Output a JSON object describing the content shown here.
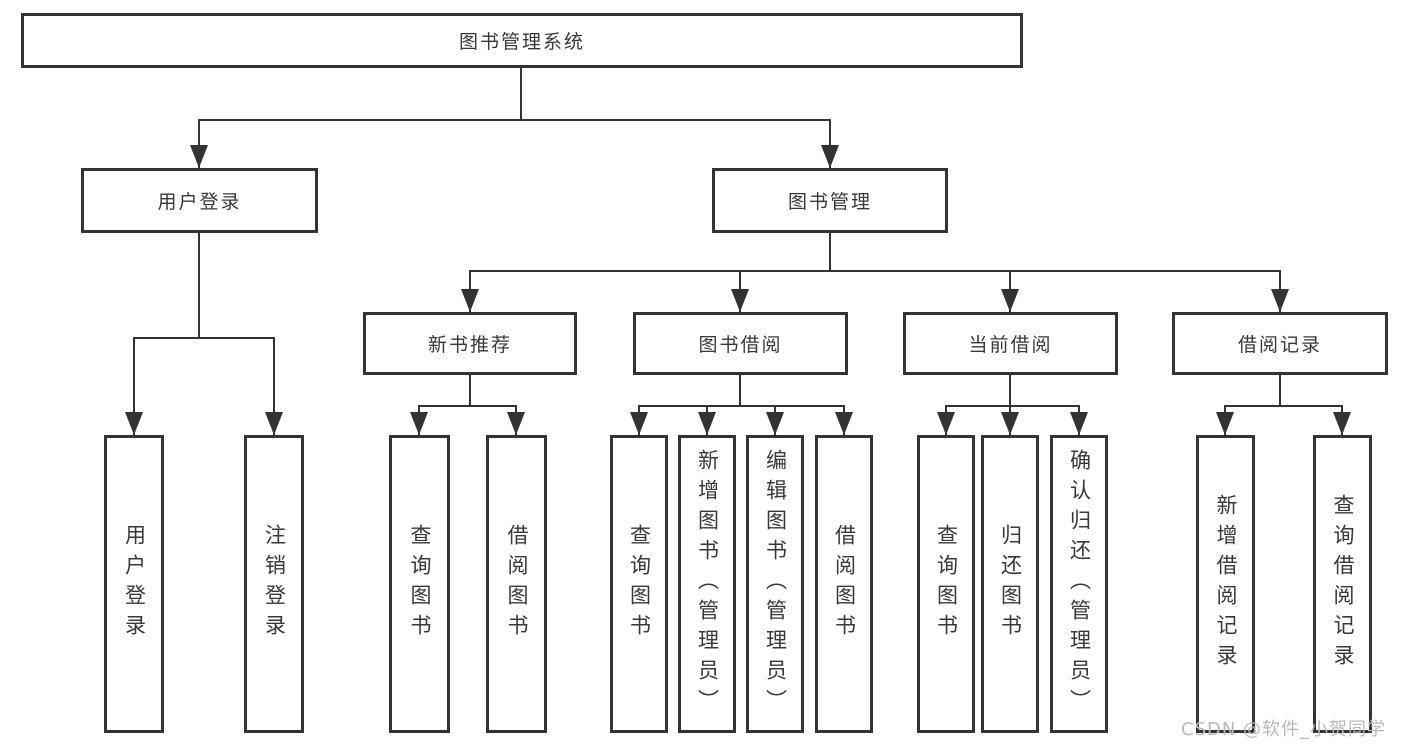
{
  "diagram": {
    "root": {
      "label": "图书管理系统"
    },
    "level2": [
      {
        "label": "用户登录"
      },
      {
        "label": "图书管理"
      }
    ],
    "level3": [
      {
        "label": "新书推荐"
      },
      {
        "label": "图书借阅"
      },
      {
        "label": "当前借阅"
      },
      {
        "label": "借阅记录"
      }
    ],
    "leaves": {
      "user_login": [
        "用户登录",
        "注销登录"
      ],
      "new_book": [
        "查询图书",
        "借阅图书"
      ],
      "book_borrow": [
        "查询图书",
        "新增图书（管理员）",
        "编辑图书（管理员）",
        "借阅图书"
      ],
      "current_borrow": [
        "查询图书",
        "归还图书",
        "确认归还（管理员）"
      ],
      "borrow_record": [
        "新增借阅记录",
        "查询借阅记录"
      ]
    }
  },
  "watermark": {
    "text": "CSDN @软件_小贺同学",
    "color": "#b6bac0"
  },
  "colors": {
    "line": "#333333",
    "box_border": "#333333",
    "text": "#383838",
    "background": "#ffffff"
  }
}
